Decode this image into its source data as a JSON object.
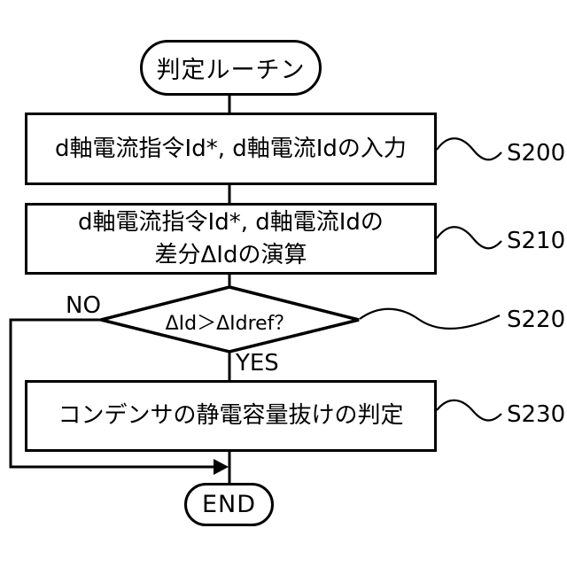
{
  "figure": {
    "type": "flowchart",
    "language": "ja",
    "colors": {
      "line": "#000000",
      "background": "#ffffff",
      "text": "#000000"
    },
    "start_label": "判定ルーチン",
    "end_label": "END",
    "branches": {
      "no": "NO",
      "yes": "YES"
    },
    "steps": [
      {
        "id": "S200",
        "shape": "process",
        "text": "d軸電流指令Id*, d軸電流Idの入力"
      },
      {
        "id": "S210",
        "shape": "process",
        "text_line1": "d軸電流指令Id*, d軸電流Idの",
        "text_line2": "差分ΔIdの演算"
      },
      {
        "id": "S220",
        "shape": "decision",
        "text": "ΔId＞ΔIdref？"
      },
      {
        "id": "S230",
        "shape": "process",
        "text": "コンデンサの静電容量抜けの判定"
      }
    ]
  }
}
